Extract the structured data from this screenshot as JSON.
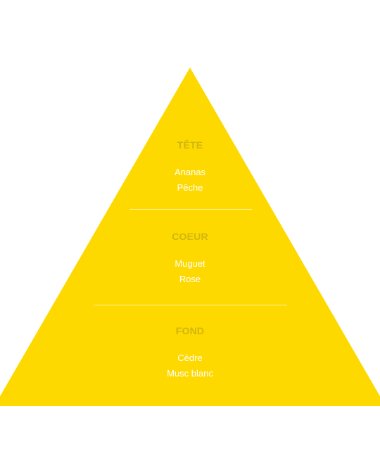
{
  "colors": {
    "pyramid_fill": "#FDD900",
    "title_text": "#D2B50E",
    "notes_text": "#FFFFFF",
    "divider": "#FFF0A0"
  },
  "tiers": [
    {
      "title": "TÊTE",
      "notes": [
        "Ananas",
        "Pêche"
      ]
    },
    {
      "title": "COEUR",
      "notes": [
        "Muguet",
        "Rose"
      ]
    },
    {
      "title": "FOND",
      "notes": [
        "Cèdre",
        "Musc blanc"
      ]
    }
  ]
}
